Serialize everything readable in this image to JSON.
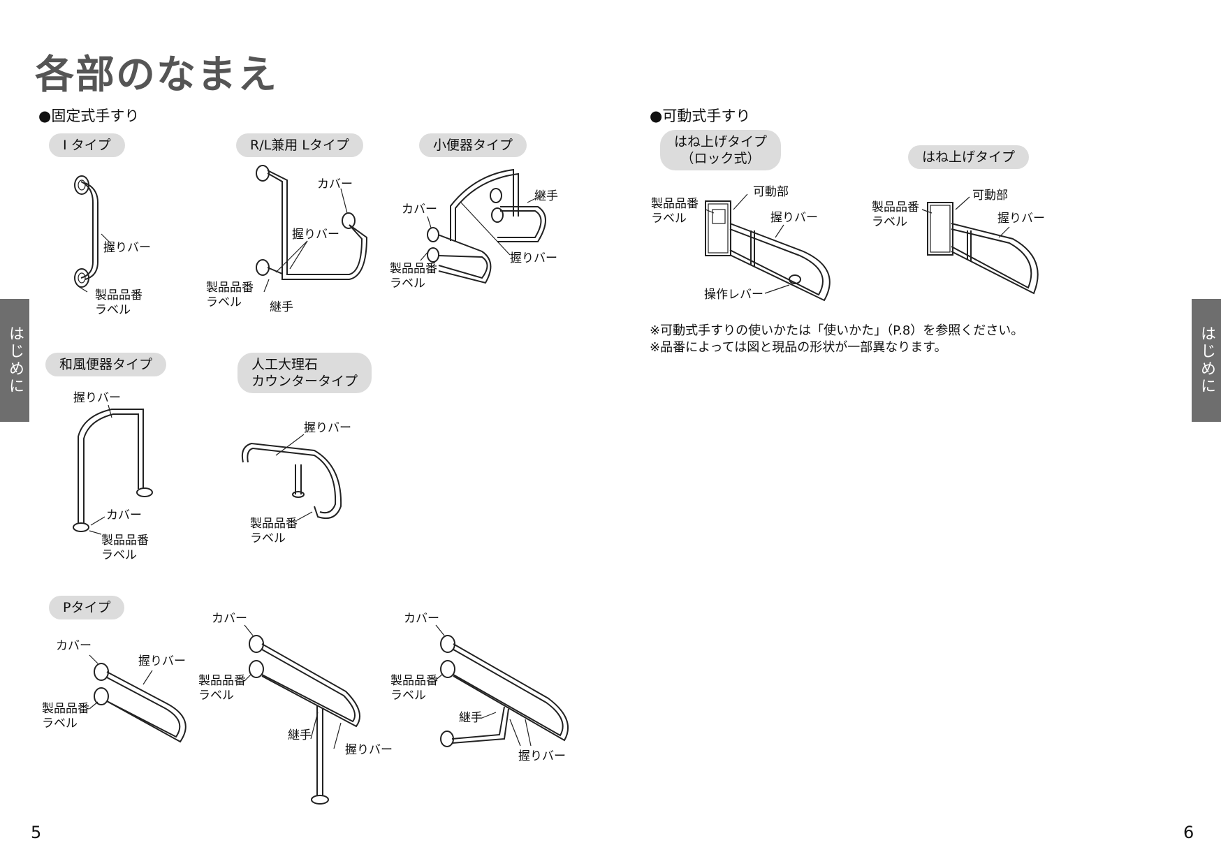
{
  "title": "各部のなまえ",
  "fixed_section": "●固定式手すり",
  "movable_section": "●可動式手すり",
  "pills": {
    "i_type": "I タイプ",
    "rl_l_type": "R/L兼用 Lタイプ",
    "urinal_type": "小便器タイプ",
    "japanese_type": "和風便器タイプ",
    "counter_type_line1": "人工大理石",
    "counter_type_line2": "カウンタータイプ",
    "p_type": "Pタイプ",
    "flip_lock_line1": "はね上げタイプ",
    "flip_lock_line2": "（ロック式）",
    "flip_type": "はね上げタイプ"
  },
  "labels": {
    "grip_bar": "握りバー",
    "cover": "カバー",
    "product_label_line1": "製品品番",
    "product_label_line2": "ラベル",
    "joint": "継手",
    "movable_part": "可動部",
    "operation_lever": "操作レバー"
  },
  "notes": [
    "※可動式手すりの使いかたは「使いかた」（P.8）を参照ください。",
    "※品番によっては図と現品の形状が一部異なります。"
  ],
  "side_tab": "はじめに",
  "page_left": "5",
  "page_right": "6"
}
